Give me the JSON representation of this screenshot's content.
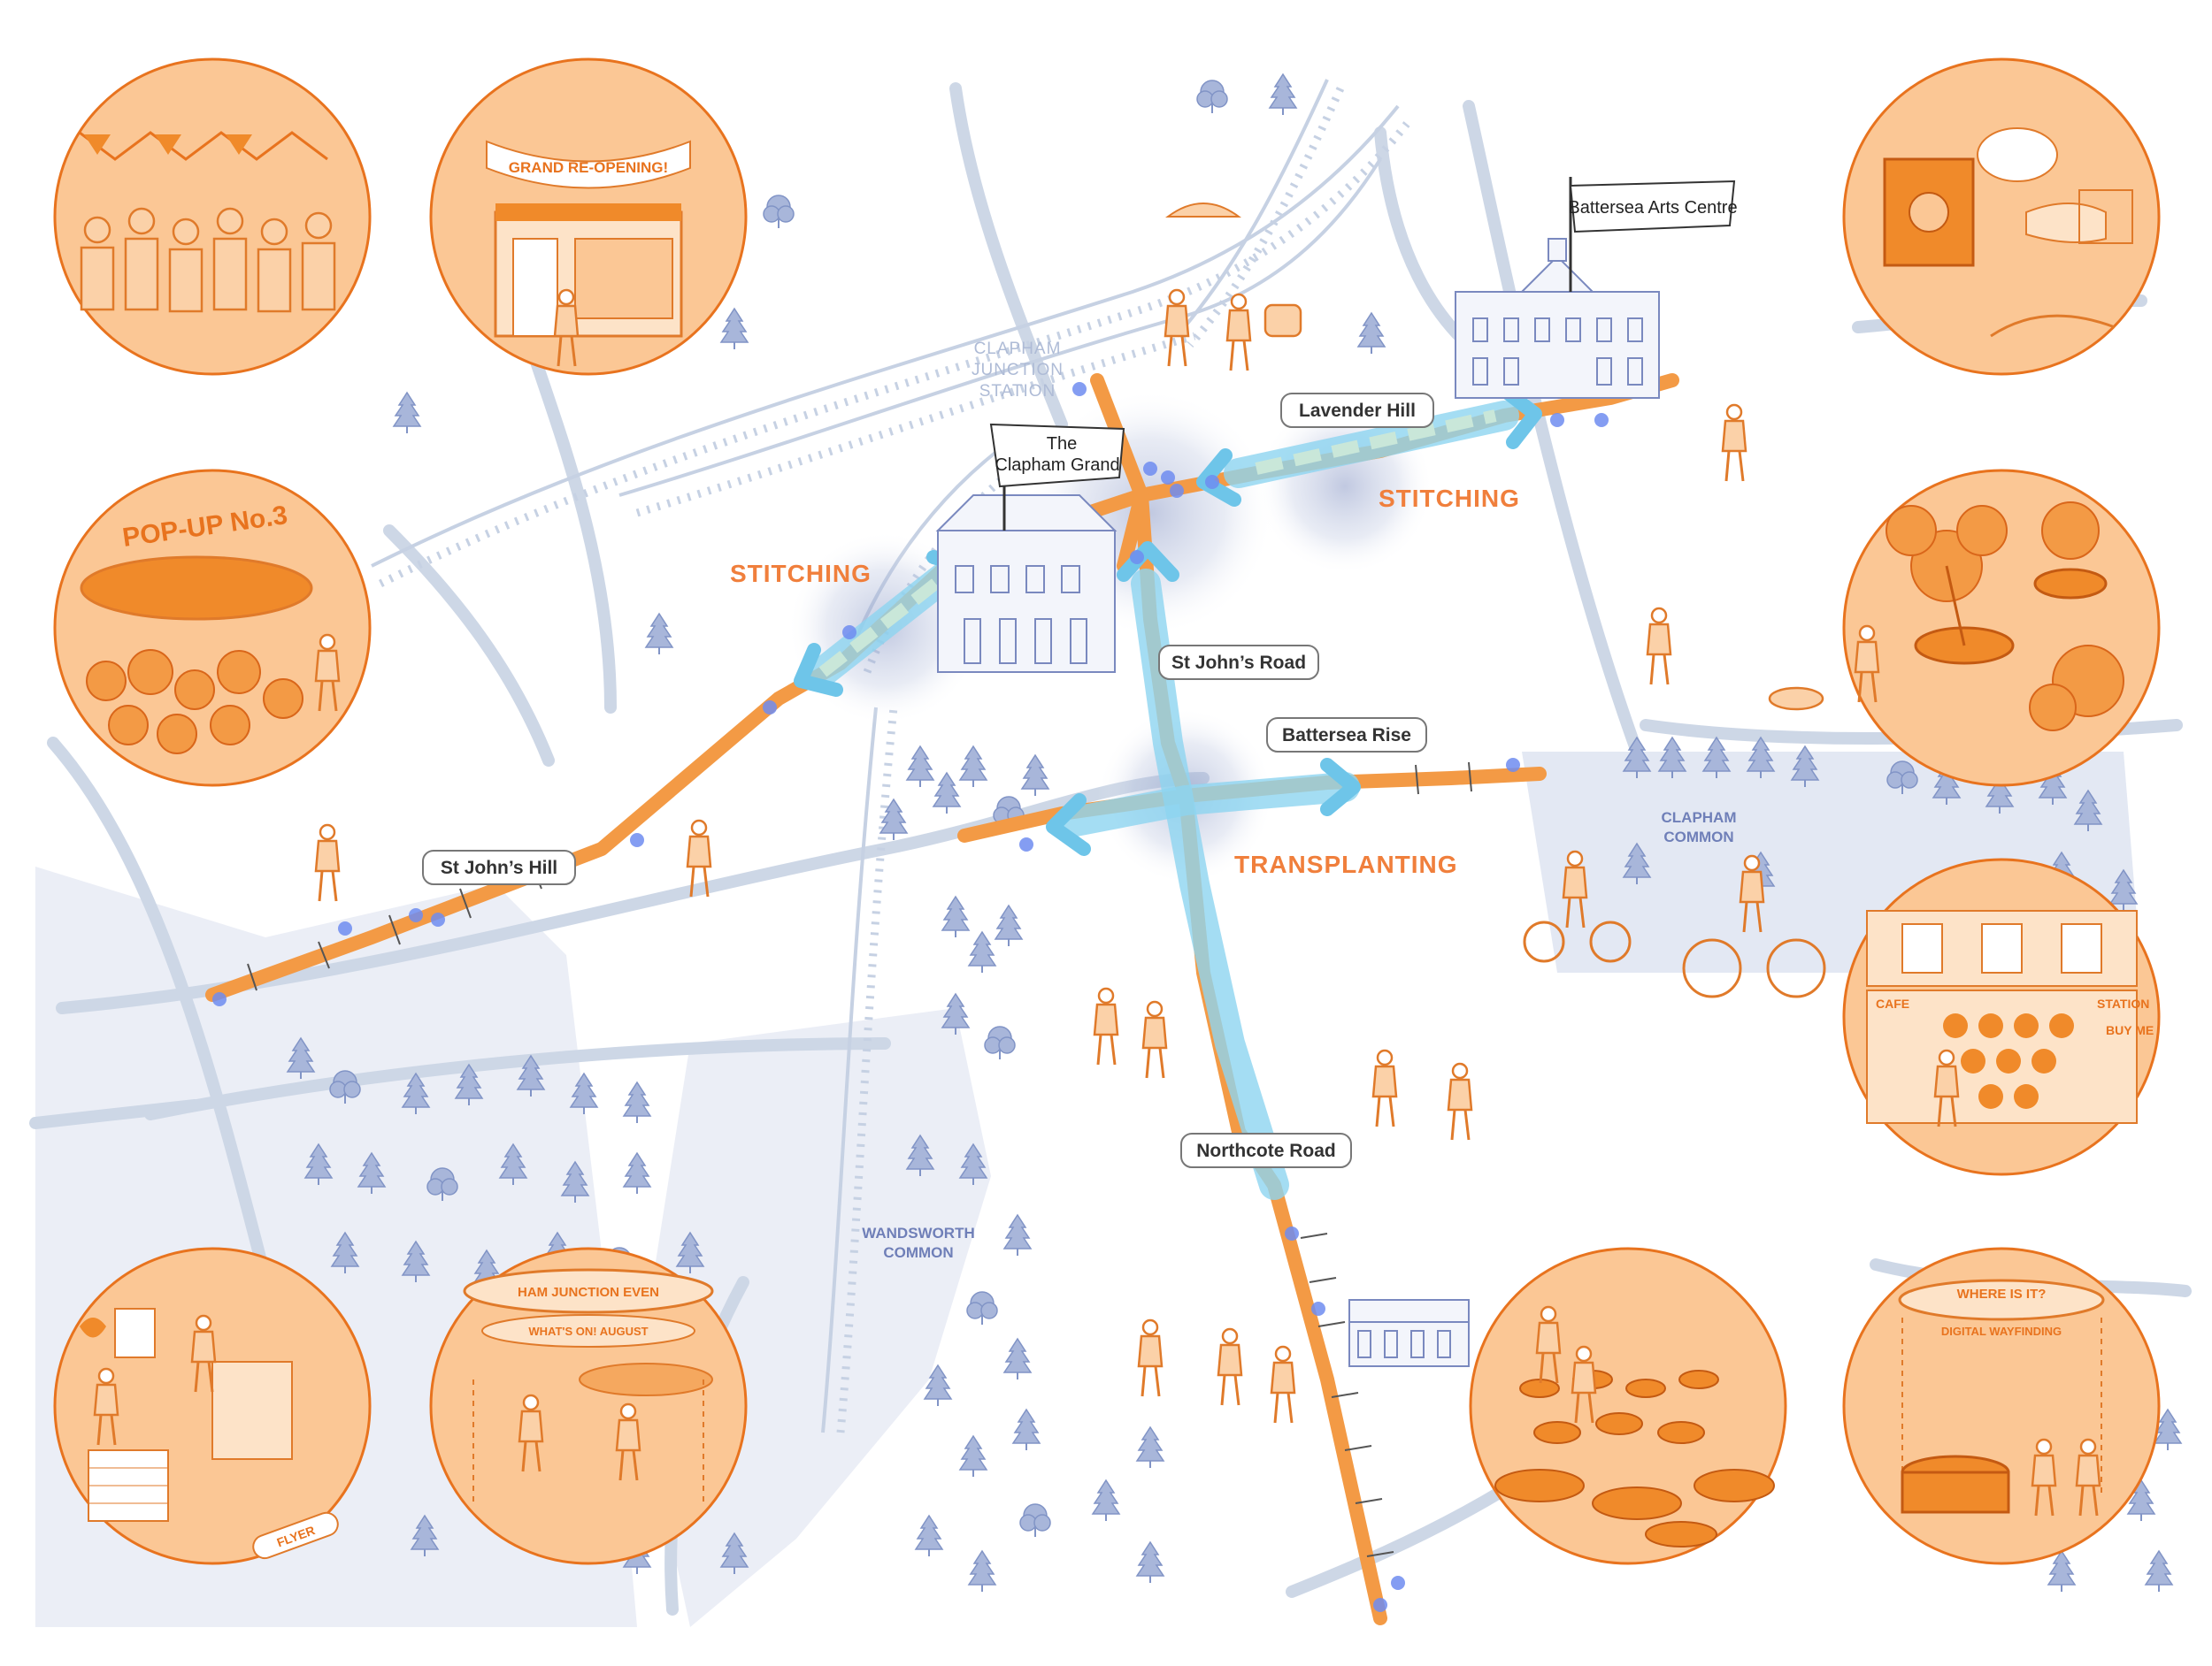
{
  "map": {
    "station_label": [
      "CLAPHAM",
      "JUNCTION",
      "STATION"
    ],
    "streets": {
      "st_johns_hill": "St John’s Hill",
      "st_johns_road": "St John’s Road",
      "lavender_hill": "Lavender Hill",
      "battersea_rise": "Battersea Rise",
      "northcote_road": "Northcote Road"
    },
    "landmarks": {
      "clapham_grand": [
        "The",
        "Clapham Grand"
      ],
      "battersea_arts_centre": "Battersea Arts Centre"
    },
    "strategies": {
      "stitching_left": "STITCHING",
      "stitching_right": "STITCHING",
      "transplanting": "TRANSPLANTING"
    },
    "areas": {
      "wandsworth_common": [
        "WANDSWORTH",
        "COMMON"
      ],
      "clapham_common": [
        "CLAPHAM",
        "COMMON"
      ]
    }
  },
  "vignettes": {
    "grand_reopening": "GRAND RE-OPENING!",
    "popup": "POP-UP No.3",
    "junction_events": "HAM JUNCTION EVEN",
    "whats_on": "WHAT'S ON! AUGUST",
    "flyer": "FLYER",
    "where_is_it": "WHERE IS IT?",
    "digital_wayfinding": "DIGITAL WAYFINDING",
    "cafe": "CAFE",
    "station_sign": "STATION",
    "shop_sign": "BUY ME"
  },
  "colors": {
    "orange": "#f39a45",
    "orange_light": "#fbc795",
    "road": "#cdd7e6",
    "tree": "#9fb0d6",
    "arrow": "#6ec5e9",
    "dot": "#6e8cf0"
  }
}
